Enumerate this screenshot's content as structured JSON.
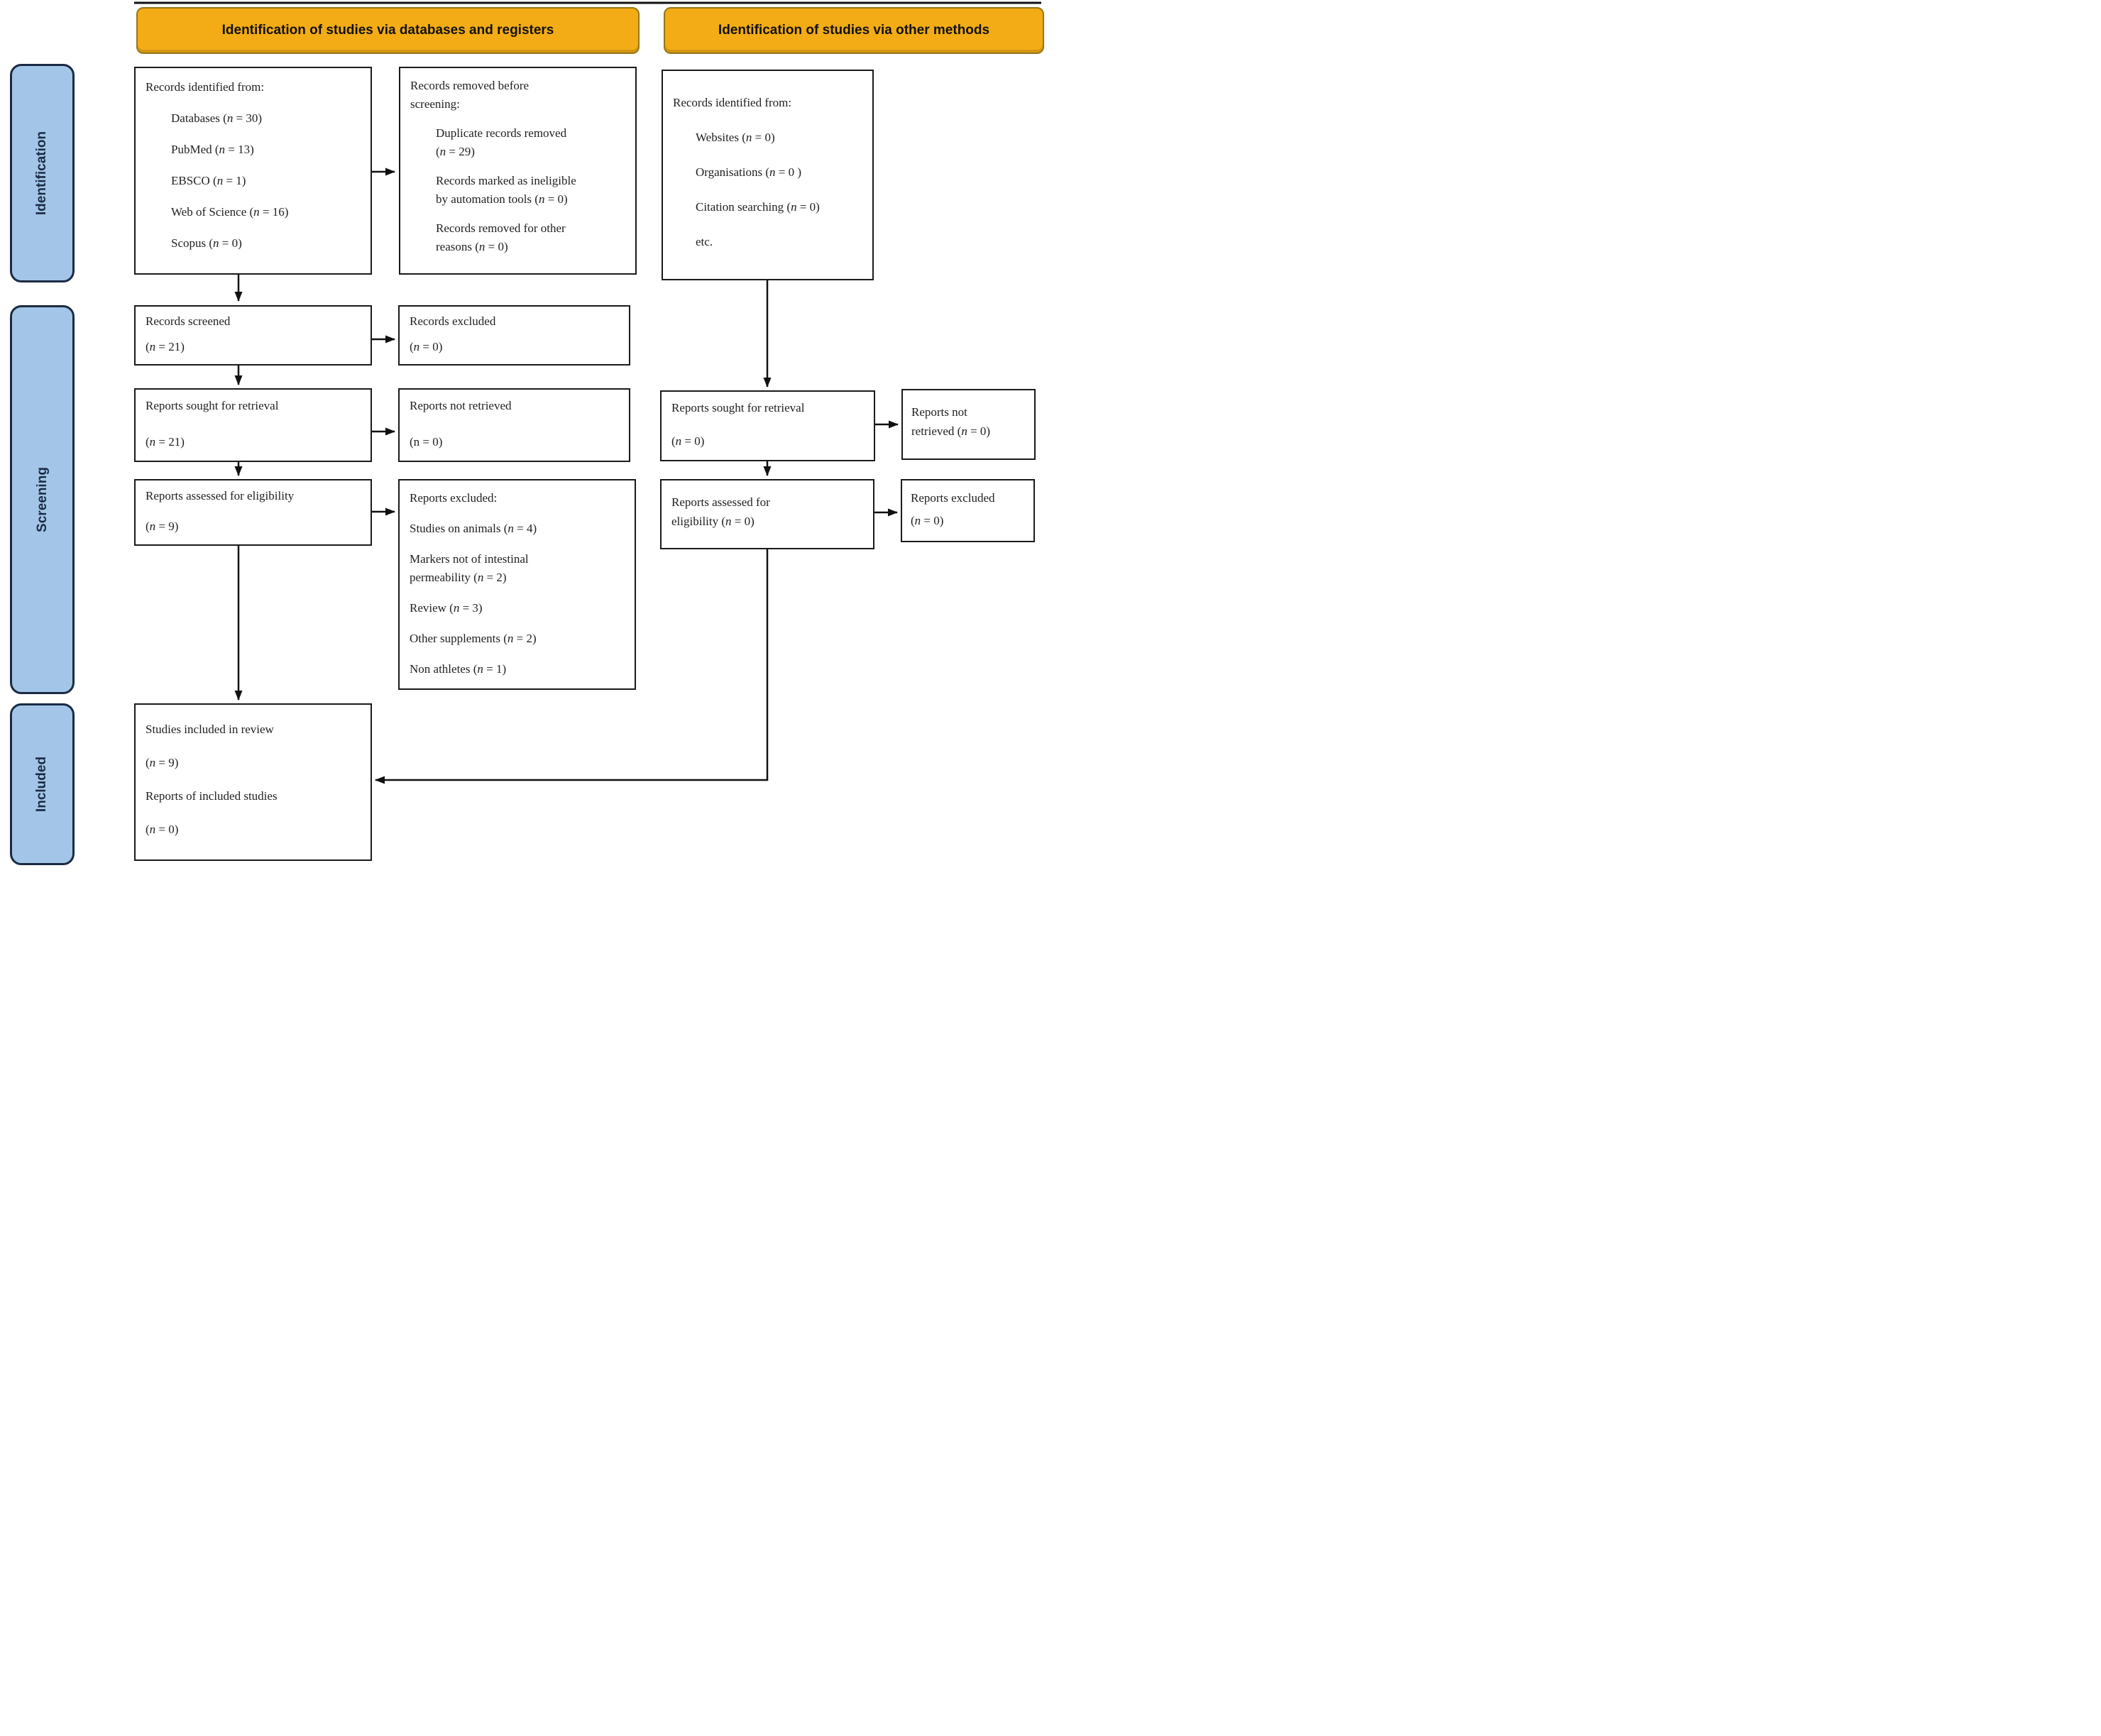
{
  "banners": {
    "left": "Identification of studies via databases and registers",
    "right": "Identification of studies via other methods"
  },
  "side_labels": [
    {
      "label": "Identification"
    },
    {
      "label": "Screening"
    },
    {
      "label": "Included"
    }
  ],
  "colors": {
    "banner_fill": "#F3AC15",
    "banner_border": "#96761A",
    "stage_fill": "#A3C6E8",
    "stage_border": "#1B2A44",
    "stage_text": "#1B2A44",
    "box_border": "#1A1A1A",
    "arrow": "#111111",
    "background": "#FFFFFF"
  },
  "boxes": {
    "records_identified_db": {
      "lines": [
        {
          "para": true,
          "indent": 0,
          "segments": [
            {
              "text": "Records identified from:",
              "italic": false
            }
          ]
        },
        {
          "para": true,
          "indent": 1,
          "segments": [
            {
              "text": "Databases (",
              "italic": false
            },
            {
              "text": "n",
              "italic": true
            },
            {
              "text": " = 30)",
              "italic": false
            }
          ]
        },
        {
          "para": true,
          "indent": 1,
          "segments": [
            {
              "text": "PubMed (",
              "italic": false
            },
            {
              "text": "n",
              "italic": true
            },
            {
              "text": " = 13)",
              "italic": false
            }
          ]
        },
        {
          "para": true,
          "indent": 1,
          "segments": [
            {
              "text": "EBSCO (",
              "italic": false
            },
            {
              "text": "n",
              "italic": true
            },
            {
              "text": " = 1)",
              "italic": false
            }
          ]
        },
        {
          "para": true,
          "indent": 1,
          "segments": [
            {
              "text": "Web of Science (",
              "italic": false
            },
            {
              "text": "n",
              "italic": true
            },
            {
              "text": " = 16)",
              "italic": false
            }
          ]
        },
        {
          "para": true,
          "indent": 1,
          "segments": [
            {
              "text": "Scopus (",
              "italic": false
            },
            {
              "text": "n",
              "italic": true
            },
            {
              "text": " = 0)",
              "italic": false
            }
          ]
        }
      ]
    },
    "records_removed": {
      "lines": [
        {
          "para": true,
          "indent": 0,
          "segments": [
            {
              "text": "Records removed before",
              "italic": false
            }
          ]
        },
        {
          "para": false,
          "indent": 0,
          "segments": [
            {
              "text": "screening:",
              "italic": false
            }
          ]
        },
        {
          "para": true,
          "indent": 1,
          "segments": [
            {
              "text": "Duplicate records removed",
              "italic": false
            }
          ]
        },
        {
          "para": false,
          "indent": 1,
          "segments": [
            {
              "text": "(",
              "italic": false
            },
            {
              "text": "n",
              "italic": true
            },
            {
              "text": " = 29)",
              "italic": false
            }
          ]
        },
        {
          "para": true,
          "indent": 1,
          "segments": [
            {
              "text": "Records marked as ineligible",
              "italic": false
            }
          ]
        },
        {
          "para": false,
          "indent": 1,
          "segments": [
            {
              "text": "by automation tools (",
              "italic": false
            },
            {
              "text": "n",
              "italic": true
            },
            {
              "text": " = 0)",
              "italic": false
            }
          ]
        },
        {
          "para": true,
          "indent": 1,
          "segments": [
            {
              "text": "Records removed for other",
              "italic": false
            }
          ]
        },
        {
          "para": false,
          "indent": 1,
          "segments": [
            {
              "text": "reasons (",
              "italic": false
            },
            {
              "text": "n",
              "italic": true
            },
            {
              "text": " = 0)",
              "italic": false
            }
          ]
        }
      ]
    },
    "records_identified_other": {
      "lines": [
        {
          "para": true,
          "indent": 0,
          "segments": [
            {
              "text": "Records identified from:",
              "italic": false
            }
          ]
        },
        {
          "para": true,
          "indent": 1,
          "segments": [
            {
              "text": "Websites (",
              "italic": false
            },
            {
              "text": "n",
              "italic": true
            },
            {
              "text": " = 0)",
              "italic": false
            }
          ]
        },
        {
          "para": true,
          "indent": 1,
          "segments": [
            {
              "text": "Organisations (",
              "italic": false
            },
            {
              "text": "n",
              "italic": true
            },
            {
              "text": " = 0 )",
              "italic": false
            }
          ]
        },
        {
          "para": true,
          "indent": 1,
          "segments": [
            {
              "text": "Citation searching (",
              "italic": false
            },
            {
              "text": "n",
              "italic": true
            },
            {
              "text": " = 0)",
              "italic": false
            }
          ]
        },
        {
          "para": true,
          "indent": 1,
          "segments": [
            {
              "text": "etc.",
              "italic": false
            }
          ]
        }
      ]
    },
    "records_screened": {
      "lines": [
        {
          "para": true,
          "indent": 0,
          "segments": [
            {
              "text": "Records screened",
              "italic": false
            }
          ]
        },
        {
          "para": true,
          "indent": 0,
          "segments": [
            {
              "text": "(",
              "italic": false
            },
            {
              "text": "n",
              "italic": true
            },
            {
              "text": " = 21)",
              "italic": false
            }
          ]
        }
      ]
    },
    "records_excluded": {
      "lines": [
        {
          "para": true,
          "indent": 0,
          "segments": [
            {
              "text": "Records excluded",
              "italic": false
            }
          ]
        },
        {
          "para": true,
          "indent": 0,
          "segments": [
            {
              "text": "(",
              "italic": false
            },
            {
              "text": "n",
              "italic": true
            },
            {
              "text": " = 0)",
              "italic": false
            }
          ]
        }
      ]
    },
    "reports_sought_db": {
      "lines": [
        {
          "para": true,
          "indent": 0,
          "segments": [
            {
              "text": "Reports sought for retrieval",
              "italic": false
            }
          ]
        },
        {
          "para": true,
          "indent": 0,
          "segments": [
            {
              "text": "(",
              "italic": false
            },
            {
              "text": "n",
              "italic": true
            },
            {
              "text": " = 21)",
              "italic": false
            }
          ]
        }
      ]
    },
    "reports_not_retrieved_db": {
      "lines": [
        {
          "para": true,
          "indent": 0,
          "segments": [
            {
              "text": "Reports not retrieved",
              "italic": false
            }
          ]
        },
        {
          "para": true,
          "indent": 0,
          "segments": [
            {
              "text": "(n = 0)",
              "italic": false
            }
          ]
        }
      ]
    },
    "reports_assessed_db": {
      "lines": [
        {
          "para": true,
          "indent": 0,
          "segments": [
            {
              "text": "Reports assessed for eligibility",
              "italic": false
            }
          ]
        },
        {
          "para": true,
          "indent": 0,
          "segments": [
            {
              "text": "(",
              "italic": false
            },
            {
              "text": "n",
              "italic": true
            },
            {
              "text": " = 9)",
              "italic": false
            }
          ]
        }
      ]
    },
    "reports_excluded_reasons": {
      "lines": [
        {
          "para": true,
          "indent": 0,
          "segments": [
            {
              "text": "Reports excluded:",
              "italic": false
            }
          ]
        },
        {
          "para": true,
          "indent": 0,
          "segments": [
            {
              "text": "Studies on animals (",
              "italic": false
            },
            {
              "text": "n",
              "italic": true
            },
            {
              "text": " = 4)",
              "italic": false
            }
          ]
        },
        {
          "para": true,
          "indent": 0,
          "segments": [
            {
              "text": "Markers not of intestinal",
              "italic": false
            }
          ]
        },
        {
          "para": false,
          "indent": 0,
          "segments": [
            {
              "text": "permeability (",
              "italic": false
            },
            {
              "text": "n",
              "italic": true
            },
            {
              "text": " = 2)",
              "italic": false
            }
          ]
        },
        {
          "para": true,
          "indent": 0,
          "segments": [
            {
              "text": "Review (",
              "italic": false
            },
            {
              "text": "n",
              "italic": true
            },
            {
              "text": " = 3)",
              "italic": false
            }
          ]
        },
        {
          "para": true,
          "indent": 0,
          "segments": [
            {
              "text": "Other supplements (",
              "italic": false
            },
            {
              "text": "n",
              "italic": true
            },
            {
              "text": " = 2)",
              "italic": false
            }
          ]
        },
        {
          "para": true,
          "indent": 0,
          "segments": [
            {
              "text": "Non athletes (",
              "italic": false
            },
            {
              "text": "n",
              "italic": true
            },
            {
              "text": " = 1)",
              "italic": false
            }
          ]
        }
      ]
    },
    "reports_sought_other": {
      "lines": [
        {
          "para": true,
          "indent": 0,
          "segments": [
            {
              "text": "Reports sought for retrieval",
              "italic": false
            }
          ]
        },
        {
          "para": true,
          "indent": 0,
          "segments": [
            {
              "text": "(",
              "italic": false
            },
            {
              "text": "n",
              "italic": true
            },
            {
              "text": " = 0)",
              "italic": false
            }
          ]
        }
      ]
    },
    "reports_not_retrieved_other": {
      "lines": [
        {
          "para": true,
          "indent": 0,
          "segments": [
            {
              "text": "Reports not",
              "italic": false
            }
          ]
        },
        {
          "para": false,
          "indent": 0,
          "segments": [
            {
              "text": "retrieved (",
              "italic": false
            },
            {
              "text": "n",
              "italic": true
            },
            {
              "text": " = 0)",
              "italic": false
            }
          ]
        }
      ]
    },
    "reports_assessed_other": {
      "lines": [
        {
          "para": true,
          "indent": 0,
          "segments": [
            {
              "text": "Reports assessed for",
              "italic": false
            }
          ]
        },
        {
          "para": false,
          "indent": 0,
          "segments": [
            {
              "text": "eligibility (",
              "italic": false
            },
            {
              "text": "n",
              "italic": true
            },
            {
              "text": " = 0)",
              "italic": false
            }
          ]
        }
      ]
    },
    "reports_excluded_other": {
      "lines": [
        {
          "para": true,
          "indent": 0,
          "segments": [
            {
              "text": "Reports excluded",
              "italic": false
            }
          ]
        },
        {
          "para": false,
          "indent": 0,
          "segments": [
            {
              "text": "(",
              "italic": false
            },
            {
              "text": "n",
              "italic": true
            },
            {
              "text": " = 0)",
              "italic": false
            }
          ]
        }
      ]
    },
    "studies_included": {
      "lines": [
        {
          "para": true,
          "indent": 0,
          "segments": [
            {
              "text": "Studies included in review",
              "italic": false
            }
          ]
        },
        {
          "para": true,
          "indent": 0,
          "segments": [
            {
              "text": "(",
              "italic": false
            },
            {
              "text": "n",
              "italic": true
            },
            {
              "text": " = 9)",
              "italic": false
            }
          ]
        },
        {
          "para": true,
          "indent": 0,
          "segments": [
            {
              "text": "Reports of included studies",
              "italic": false
            }
          ]
        },
        {
          "para": true,
          "indent": 0,
          "segments": [
            {
              "text": "(",
              "italic": false
            },
            {
              "text": "n",
              "italic": true
            },
            {
              "text": " = 0)",
              "italic": false
            }
          ]
        }
      ]
    }
  }
}
